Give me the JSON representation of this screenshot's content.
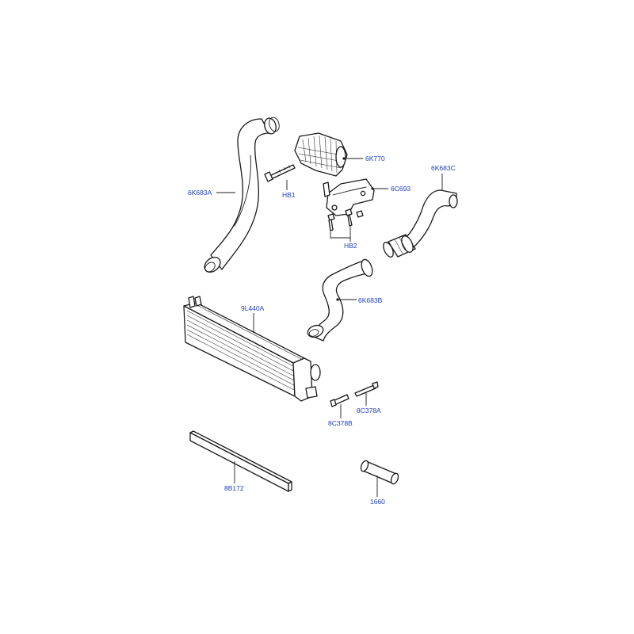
{
  "theme": {
    "label_color": "#1f3fbf",
    "line_color": "#1a1a1a"
  },
  "callouts": {
    "part_6k683a": "6K683A",
    "part_6k770": "6K770",
    "part_hb1": "HB1",
    "part_6c693": "6C693",
    "part_6k683c": "6K683C",
    "part_hb2": "HB2",
    "part_6k683b": "6K683B",
    "part_9l440a": "9L440A",
    "part_8c378a": "8C378A",
    "part_8c378b": "8C378B",
    "part_8b172": "8B172",
    "part_1660": "1660"
  }
}
